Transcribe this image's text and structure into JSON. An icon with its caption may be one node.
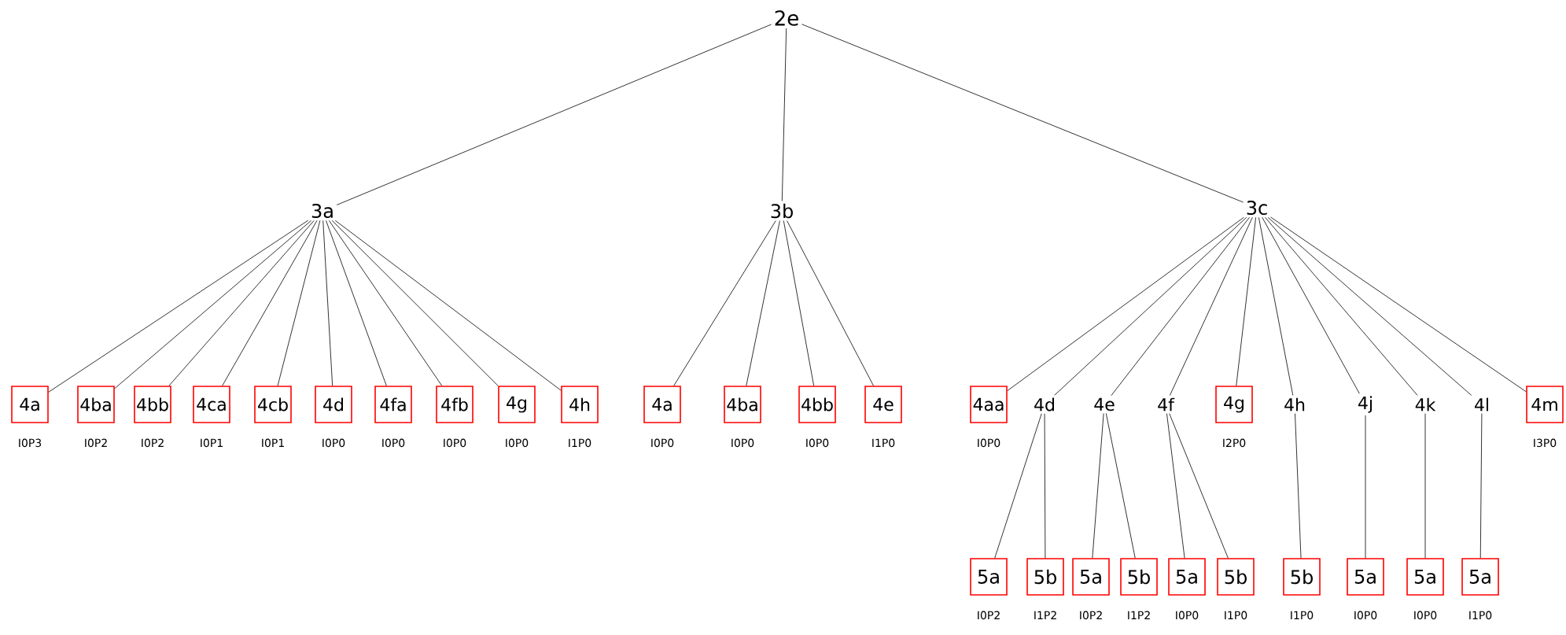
{
  "diagram": {
    "nodes": [
      {
        "text": [
          "2e"
        ]
      },
      {
        "text": [
          "3a"
        ]
      },
      {
        "text": [
          "3b"
        ]
      },
      {
        "text": [
          "3c"
        ]
      },
      {
        "text": [
          "4a"
        ],
        "beside": [
          "I0P3"
        ]
      },
      {
        "text": [
          "4ba"
        ],
        "beside": [
          "I0P2"
        ]
      },
      {
        "text": [
          "4bb"
        ],
        "beside": [
          "I0P2"
        ]
      },
      {
        "text": [
          "4ca"
        ],
        "beside": [
          "I0P1"
        ]
      },
      {
        "text": [
          "4cb"
        ],
        "beside": [
          "I0P1"
        ]
      },
      {
        "text": [
          "4d"
        ],
        "beside": [
          "I0P0"
        ]
      },
      {
        "text": [
          "4fa"
        ],
        "beside": [
          "I0P0"
        ]
      },
      {
        "text": [
          "4fb"
        ],
        "beside": [
          "I0P0"
        ]
      },
      {
        "text": [
          "4g"
        ],
        "beside": [
          "I0P0"
        ]
      },
      {
        "text": [
          "4h"
        ],
        "beside": [
          "I1P0"
        ]
      },
      {
        "text": [
          "4a"
        ],
        "beside": [
          "I0P0"
        ]
      },
      {
        "text": [
          "4ba"
        ],
        "beside": [
          "I0P0"
        ]
      },
      {
        "text": [
          "4bb"
        ],
        "beside": [
          "I0P0"
        ]
      },
      {
        "text": [
          "4e"
        ],
        "beside": [
          "I1P0"
        ]
      },
      {
        "text": [
          "4aa"
        ],
        "beside": [
          "I0P0"
        ]
      },
      {
        "text": [
          "4d"
        ]
      },
      {
        "text": [
          "4e"
        ]
      },
      {
        "text": [
          "4f"
        ]
      },
      {
        "text": [
          "4g"
        ],
        "beside": [
          "I2P0"
        ]
      },
      {
        "text": [
          "4h"
        ]
      },
      {
        "text": [
          "4j"
        ]
      },
      {
        "text": [
          "4k"
        ]
      },
      {
        "text": [
          "4l"
        ]
      },
      {
        "text": [
          "4m"
        ],
        "beside": [
          "I3P0"
        ]
      },
      {
        "text": [
          "5a"
        ],
        "beside": [
          "I0P2"
        ]
      },
      {
        "text": [
          "5b"
        ],
        "beside": [
          "I1P2"
        ]
      },
      {
        "text": [
          "5a"
        ],
        "beside": [
          "I0P2"
        ]
      },
      {
        "text": [
          "5b"
        ],
        "beside": [
          "I1P2"
        ]
      },
      {
        "text": [
          "5a"
        ],
        "beside": [
          "I0P0"
        ]
      },
      {
        "text": [
          "5b"
        ],
        "beside": [
          "I1P0"
        ]
      },
      {
        "text": [
          "5b"
        ],
        "beside": [
          "I1P0"
        ]
      },
      {
        "text": [
          "5a"
        ],
        "beside": [
          "I0P0"
        ]
      },
      {
        "text": [
          "5a"
        ],
        "beside": [
          "I0P0"
        ]
      },
      {
        "text": [
          "5a"
        ],
        "beside": [
          "I1P0"
        ]
      }
    ],
    "edges": [
      {
        "from": 0,
        "to": 1,
        "arrow": "none"
      },
      {
        "from": 0,
        "to": 2,
        "arrow": "none"
      },
      {
        "from": 0,
        "to": 3,
        "arrow": "none"
      },
      {
        "from": 1,
        "to": 4,
        "arrow": "none"
      },
      {
        "from": 1,
        "to": 5,
        "arrow": "none"
      },
      {
        "from": 1,
        "to": 6,
        "arrow": "none"
      },
      {
        "from": 1,
        "to": 7,
        "arrow": "none"
      },
      {
        "from": 1,
        "to": 8,
        "arrow": "none"
      },
      {
        "from": 1,
        "to": 9,
        "arrow": "none"
      },
      {
        "from": 1,
        "to": 10,
        "arrow": "none"
      },
      {
        "from": 1,
        "to": 11,
        "arrow": "none"
      },
      {
        "from": 1,
        "to": 12,
        "arrow": "none"
      },
      {
        "from": 1,
        "to": 13,
        "arrow": "none"
      },
      {
        "from": 2,
        "to": 14,
        "arrow": "none"
      },
      {
        "from": 2,
        "to": 15,
        "arrow": "none"
      },
      {
        "from": 2,
        "to": 16,
        "arrow": "none"
      },
      {
        "from": 2,
        "to": 17,
        "arrow": "none"
      },
      {
        "from": 3,
        "to": 18,
        "arrow": "none"
      },
      {
        "from": 3,
        "to": 19,
        "arrow": "none"
      },
      {
        "from": 3,
        "to": 20,
        "arrow": "none"
      },
      {
        "from": 3,
        "to": 21,
        "arrow": "none"
      },
      {
        "from": 3,
        "to": 22,
        "arrow": "none"
      },
      {
        "from": 3,
        "to": 23,
        "arrow": "none"
      },
      {
        "from": 3,
        "to": 24,
        "arrow": "none"
      },
      {
        "from": 3,
        "to": 25,
        "arrow": "none"
      },
      {
        "from": 3,
        "to": 26,
        "arrow": "none"
      },
      {
        "from": 3,
        "to": 27,
        "arrow": "none"
      },
      {
        "from": 19,
        "to": 28,
        "arrow": "none"
      },
      {
        "from": 19,
        "to": 29,
        "arrow": "none"
      },
      {
        "from": 20,
        "to": 30,
        "arrow": "none"
      },
      {
        "from": 20,
        "to": 31,
        "arrow": "none"
      },
      {
        "from": 21,
        "to": 32,
        "arrow": "none"
      },
      {
        "from": 21,
        "to": 33,
        "arrow": "none"
      },
      {
        "from": 23,
        "to": 34,
        "arrow": "none"
      },
      {
        "from": 24,
        "to": 35,
        "arrow": "none"
      },
      {
        "from": 25,
        "to": 36,
        "arrow": "none"
      },
      {
        "from": 26,
        "to": 37,
        "arrow": "none"
      }
    ]
  }
}
